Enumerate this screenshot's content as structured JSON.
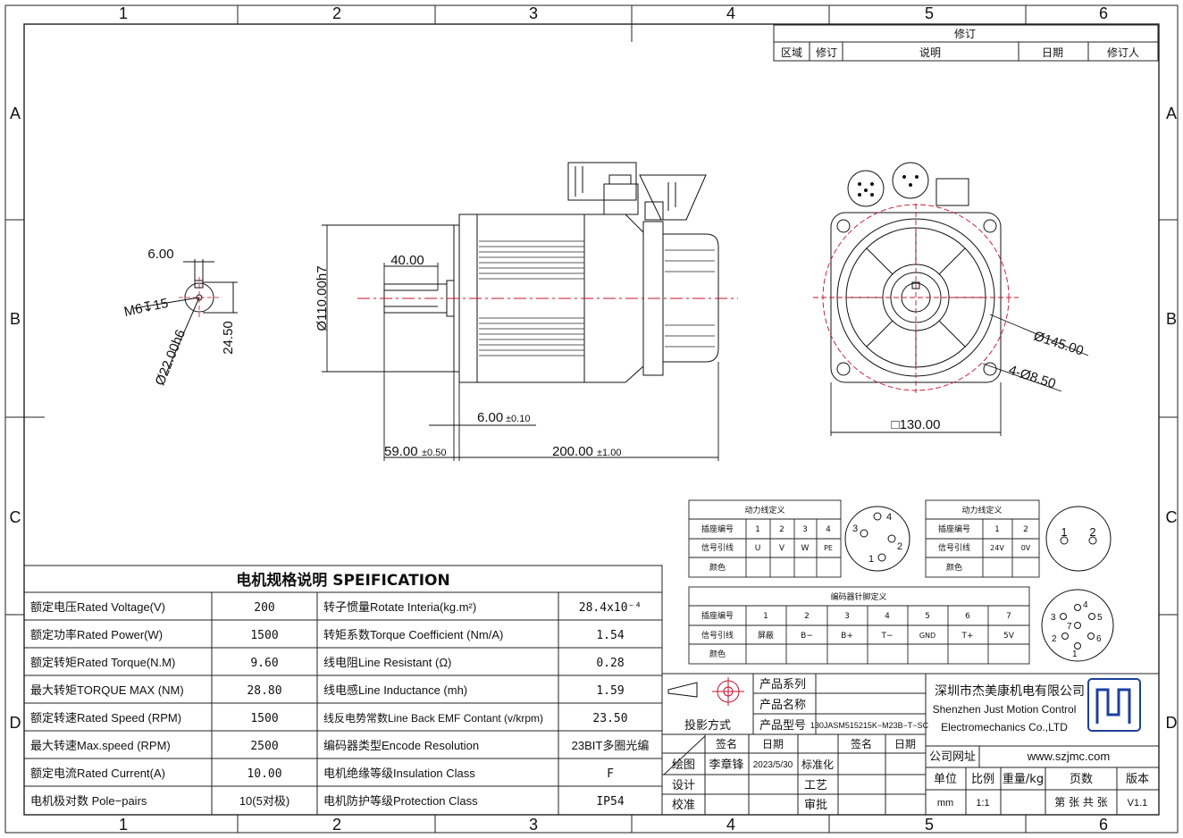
{
  "frame": {
    "col_numbers": [
      "1",
      "2",
      "3",
      "4",
      "5",
      "6"
    ],
    "row_letters": [
      "A",
      "B",
      "C",
      "D"
    ]
  },
  "revision_block": {
    "title": "修订",
    "headers": [
      "区域",
      "修订",
      "说明",
      "日期",
      "修订人"
    ]
  },
  "shaft_end_view": {
    "dim_width": "6.00",
    "thread": "M6↧15",
    "dim_height": "24.50",
    "shaft_dia": "Ø22.00h6"
  },
  "side_view": {
    "dim_flange_dia": "Ø110.00h7",
    "dim_key_len": "40.00",
    "dim_flange_thk": "6.00",
    "dim_flange_thk_tol": "±0.10",
    "dim_shaft_len": "59.00",
    "dim_shaft_len_tol": "±0.50",
    "dim_body_len": "200.00",
    "dim_body_len_tol": "±1.00"
  },
  "front_view": {
    "dim_pcd": "Ø145.00",
    "dim_holes": "4-Ø8.50",
    "dim_square": "□130.00"
  },
  "power_table": {
    "title": "动力线定义",
    "row_labels": [
      "插座编号",
      "信号引线",
      "颜色"
    ],
    "pins": [
      "1",
      "2",
      "3",
      "4"
    ],
    "signals": [
      "U",
      "V",
      "W",
      "PE"
    ]
  },
  "power_connector_pins": [
    "4",
    "3",
    "2",
    "1"
  ],
  "brake_table": {
    "title": "动力线定义",
    "row_labels": [
      "插座编号",
      "信号引线",
      "颜色"
    ],
    "pins": [
      "1",
      "2"
    ],
    "signals": [
      "24V",
      "0V"
    ]
  },
  "brake_connector_pins": [
    "1",
    "2"
  ],
  "encoder_table": {
    "title": "编码器针脚定义",
    "row_labels": [
      "插座编号",
      "信号引线",
      "颜色"
    ],
    "pins": [
      "1",
      "2",
      "3",
      "4",
      "5",
      "6",
      "7"
    ],
    "signals": [
      "屏蔽",
      "B−",
      "B+",
      "T−",
      "GND",
      "T+",
      "5V"
    ]
  },
  "encoder_connector_pins": [
    "4",
    "3",
    "5",
    "7",
    "2",
    "6",
    "1"
  ],
  "spec": {
    "title": "电机规格说明 SPEIFICATION",
    "rows": [
      {
        "l1": "额定电压Rated Voltage(V)",
        "v1": "200",
        "l2": "转子惯量Rotate Interia(kg.m²)",
        "v2": "28.4x10⁻⁴"
      },
      {
        "l1": "额定功率Rated Power(W)",
        "v1": "1500",
        "l2": "转矩系数Torque Coefficient (Nm/A)",
        "v2": "1.54"
      },
      {
        "l1": "额定转矩Rated Torque(N.M)",
        "v1": "9.60",
        "l2": "线电阻Line Resistant (Ω)",
        "v2": "0.28"
      },
      {
        "l1": "最大转矩TORQUE MAX (NM)",
        "v1": "28.80",
        "l2": "线电感Line Inductance (mh)",
        "v2": "1.59"
      },
      {
        "l1": "额定转速Rated Speed (RPM)",
        "v1": "1500",
        "l2": "线反电势常数Line Back EMF Contant (v/krpm)",
        "v2": "23.50"
      },
      {
        "l1": "最大转速Max.speed (RPM)",
        "v1": "2500",
        "l2": "编码器类型Encode Resolution",
        "v2": "23BIT多圈光编"
      },
      {
        "l1": "额定电流Rated Current(A)",
        "v1": "10.00",
        "l2": "电机绝缘等级Insulation Class",
        "v2": "F"
      },
      {
        "l1": "电机极对数 Pole−pairs",
        "v1": "10(5对极)",
        "l2": "电机防护等级Protection Class",
        "v2": "IP54"
      }
    ]
  },
  "title_block": {
    "product_series": "产品系列",
    "product_name": "产品名称",
    "projection": "投影方式",
    "product_model": "产品型号",
    "model_value": "130JASM515215K−M23B−T−SC",
    "sign": "签名",
    "date": "日期",
    "sign2": "签名",
    "date2": "日期",
    "draw": "绘图",
    "drawer": "李章锋",
    "draw_date": "2023/5/30",
    "standardize": "标准化",
    "design": "设计",
    "process": "工艺",
    "check": "校准",
    "approve": "审批",
    "company_cn": "深圳市杰美康机电有限公司",
    "company_en1": "Shenzhen Just Motion Control",
    "company_en2": "Electromechanics Co.,LTD",
    "website_label": "公司网址",
    "website": "www.szjmc.com",
    "unit_label": "单位",
    "scale_label": "比例",
    "weight_label": "重量/kg",
    "pages_label": "页数",
    "version_label": "版本",
    "unit": "mm",
    "scale": "1:1",
    "sheet": "第 张 共 张",
    "version": "V1.1"
  }
}
